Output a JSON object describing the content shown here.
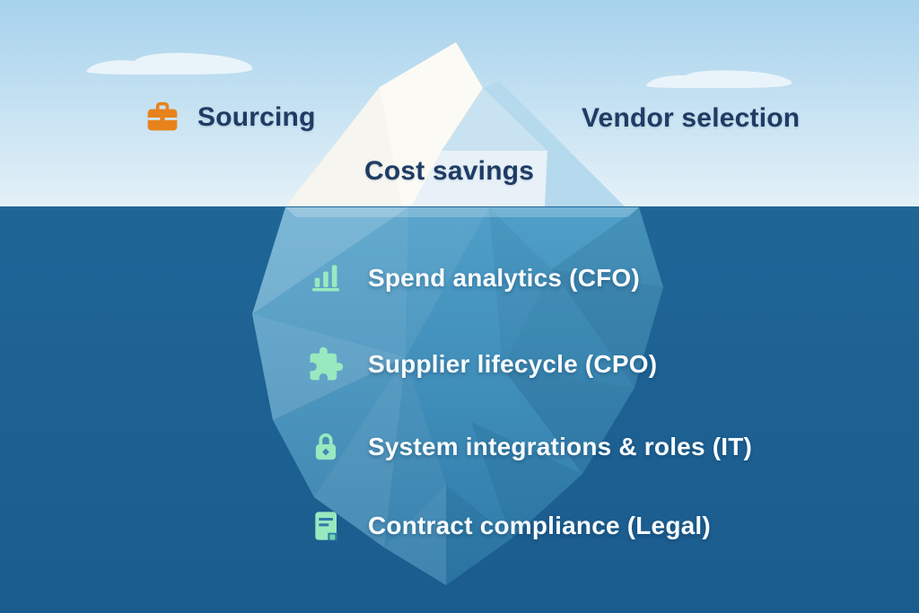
{
  "above_water": {
    "items": [
      {
        "id": "sourcing",
        "icon": "briefcase-icon",
        "label": "Sourcing"
      },
      {
        "id": "vendor-selection",
        "icon": null,
        "label": "Vendor selection"
      },
      {
        "id": "cost-savings",
        "icon": null,
        "label": "Cost savings"
      }
    ]
  },
  "below_water": {
    "items": [
      {
        "id": "spend-analytics",
        "icon": "bar-chart-icon",
        "label": "Spend analytics (CFO)"
      },
      {
        "id": "supplier-lifecycle",
        "icon": "puzzle-icon",
        "label": "Supplier lifecycle (CPO)"
      },
      {
        "id": "system-integrations",
        "icon": "lock-icon",
        "label": "System integrations & roles (IT)"
      },
      {
        "id": "contract-compliance",
        "icon": "document-icon",
        "label": "Contract compliance (Legal)"
      }
    ]
  },
  "colors": {
    "sky_top": "#a6d2ec",
    "sky_bottom": "#e4f1f8",
    "water_top": "#1f6697",
    "water_bottom": "#1b5c8e",
    "berg_under_top": "#4f9fc8",
    "berg_under_bottom": "#2e7aa9",
    "iceberg_white": "#fcfaf5",
    "cloud": "#e9f4fa",
    "navy_text": "#1e3c64",
    "white_text": "#f7fbfd",
    "mint_icon": "#98e9bf",
    "mint_icon_dark": "#6fd9a6",
    "orange_icon": "#e8821c"
  }
}
